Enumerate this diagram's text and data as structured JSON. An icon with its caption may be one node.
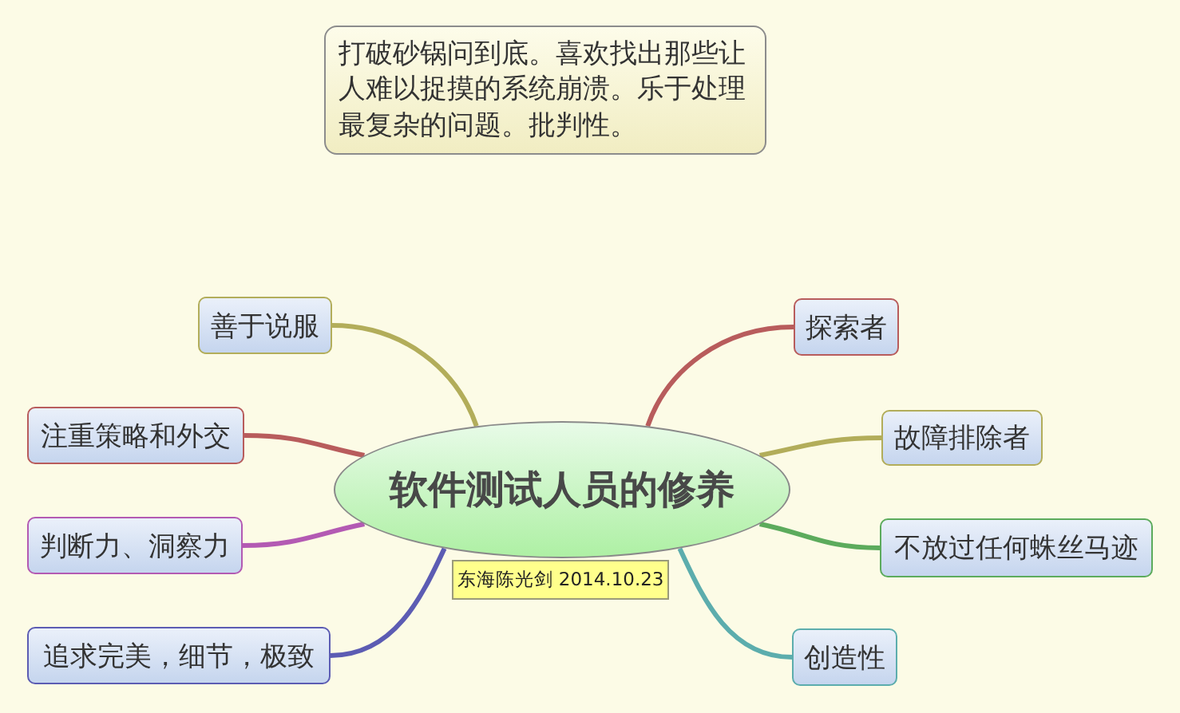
{
  "diagram": {
    "nodes": [
      {
        "text": [
          "打破砂锅问到底。喜欢找出那些让人难以捉摸的系统崩溃。乐于处理最复杂的问题。批判性。"
        ]
      },
      {
        "text": [
          "软件测试人员的修养"
        ]
      },
      {
        "text": [
          "东海陈光剑 2014.10.23"
        ]
      },
      {
        "text": [
          "善于说服"
        ]
      },
      {
        "text": [
          "注重策略和外交"
        ]
      },
      {
        "text": [
          "判断力、洞察力"
        ]
      },
      {
        "text": [
          "追求完美，细节，极致"
        ]
      },
      {
        "text": [
          "探索者"
        ]
      },
      {
        "text": [
          "故障排除者"
        ]
      },
      {
        "text": [
          "不放过任何蛛丝马迹"
        ]
      },
      {
        "text": [
          "创造性"
        ]
      }
    ],
    "edges": [
      {
        "from": 1,
        "to": 3,
        "arrow": "none",
        "color": "#b2ad5a"
      },
      {
        "from": 1,
        "to": 4,
        "arrow": "none",
        "color": "#b85c5c"
      },
      {
        "from": 1,
        "to": 5,
        "arrow": "none",
        "color": "#b35ab3"
      },
      {
        "from": 1,
        "to": 6,
        "arrow": "none",
        "color": "#5c5cb3"
      },
      {
        "from": 1,
        "to": 7,
        "arrow": "none",
        "color": "#b85c5c"
      },
      {
        "from": 1,
        "to": 8,
        "arrow": "none",
        "color": "#b2ad5a"
      },
      {
        "from": 1,
        "to": 9,
        "arrow": "none",
        "color": "#5cab5c"
      },
      {
        "from": 1,
        "to": 10,
        "arrow": "none",
        "color": "#5cadad"
      }
    ]
  }
}
